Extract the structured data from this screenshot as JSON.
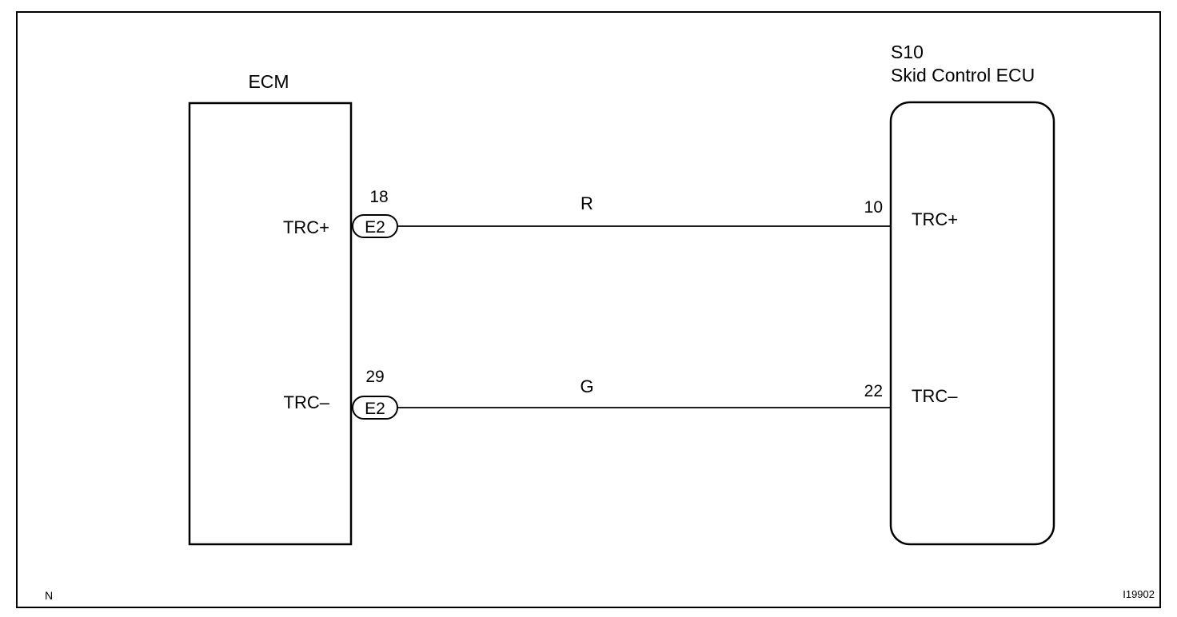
{
  "ecm": {
    "title": "ECM",
    "pins": [
      {
        "name": "TRC+",
        "number": "18",
        "connector": "E2"
      },
      {
        "name": "TRC–",
        "number": "29",
        "connector": "E2"
      }
    ]
  },
  "skid_ecu": {
    "code": "S10",
    "title": "Skid Control ECU",
    "pins": [
      {
        "name": "TRC+",
        "number": "10"
      },
      {
        "name": "TRC–",
        "number": "22"
      }
    ]
  },
  "wires": [
    {
      "color": "R",
      "from": "18",
      "to": "10"
    },
    {
      "color": "G",
      "from": "29",
      "to": "22"
    }
  ],
  "footer": {
    "left": "N",
    "right": "I19902"
  }
}
